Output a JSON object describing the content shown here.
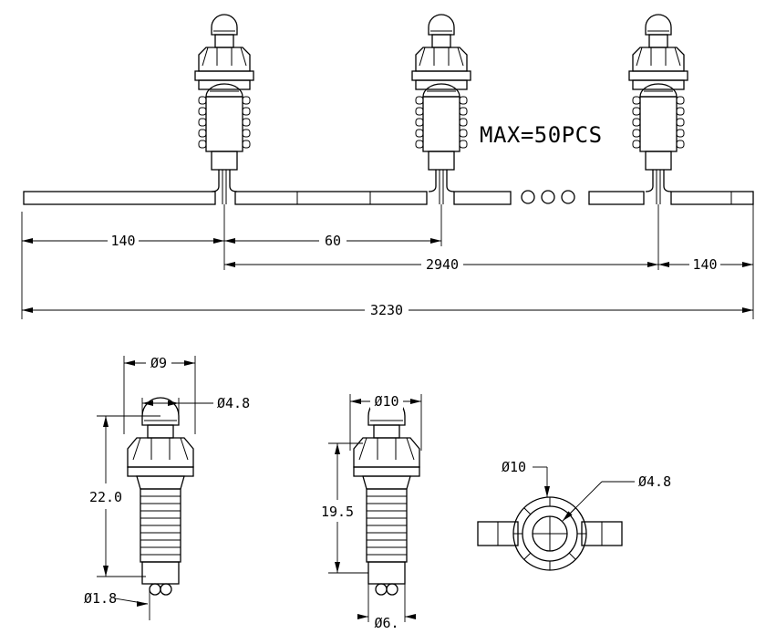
{
  "top_view": {
    "max_note": "MAX=50PCS",
    "dims": {
      "left_offset": "140",
      "pitch": "60",
      "span": "2940",
      "right_offset": "140",
      "total": "3230"
    }
  },
  "side_view_left": {
    "dia_cap": "Ø9",
    "dia_lens": "Ø4.8",
    "height": "22.0",
    "dia_lead": "Ø1.8"
  },
  "side_view_mid": {
    "dia_cap": "Ø10",
    "height": "19.5",
    "dia_base": "Ø6."
  },
  "plan_view": {
    "dia_outer": "Ø10",
    "dia_inner": "Ø4.8"
  }
}
